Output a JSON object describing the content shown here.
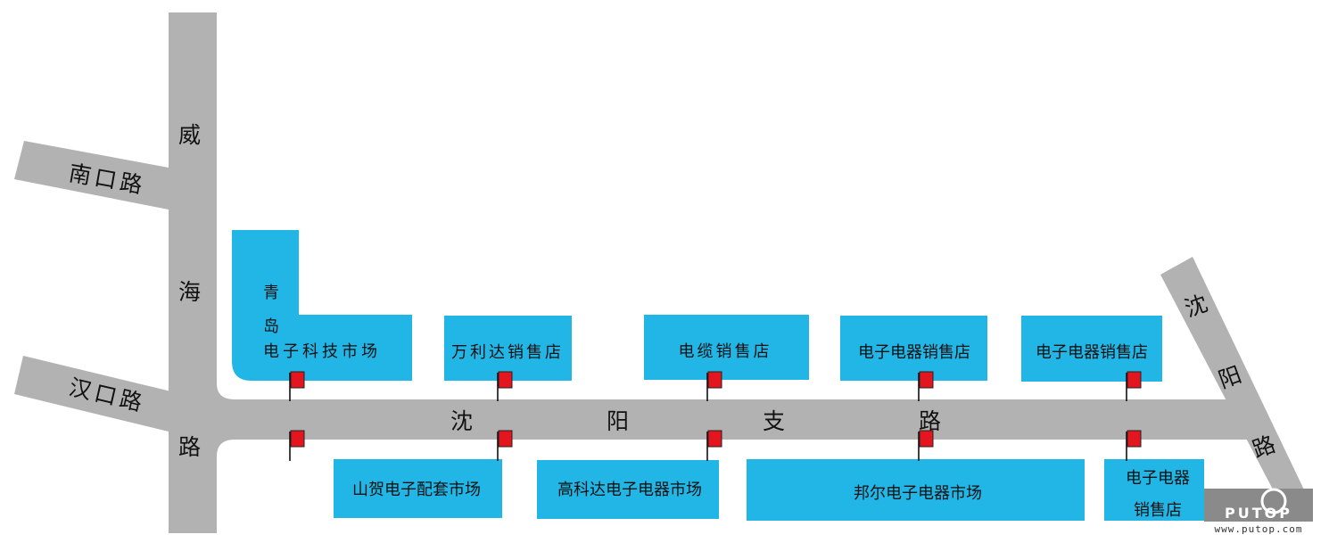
{
  "roads": {
    "weihai": [
      "威",
      "海",
      "路"
    ],
    "nankou": "南口路",
    "hankou": "汉口路",
    "shenyangzhi": [
      "沈",
      "阳",
      "支",
      "路"
    ],
    "shenyang": [
      "沈",
      "阳",
      "路"
    ]
  },
  "shops": {
    "qingdao_1": "青",
    "qingdao_2": "岛",
    "qingdao_3": "电子科技市场",
    "wanlida": "万利达销售店",
    "dianlan": "电缆销售店",
    "dianqi_1": "电子电器销售店",
    "dianqi_2": "电子电器销售店",
    "shanhe": "山贺电子配套市场",
    "gaokeda": "高科达电子电器市场",
    "bangeer": "邦尔电子电器市场",
    "dianqi_3_1": "电子电器",
    "dianqi_3_2": "销售店"
  },
  "watermark": {
    "brand": "PUTOP",
    "url": "www.putop.com"
  },
  "colors": {
    "road": "#b2b2b3",
    "block": "#22b6e6",
    "flag": "#e3161f"
  }
}
